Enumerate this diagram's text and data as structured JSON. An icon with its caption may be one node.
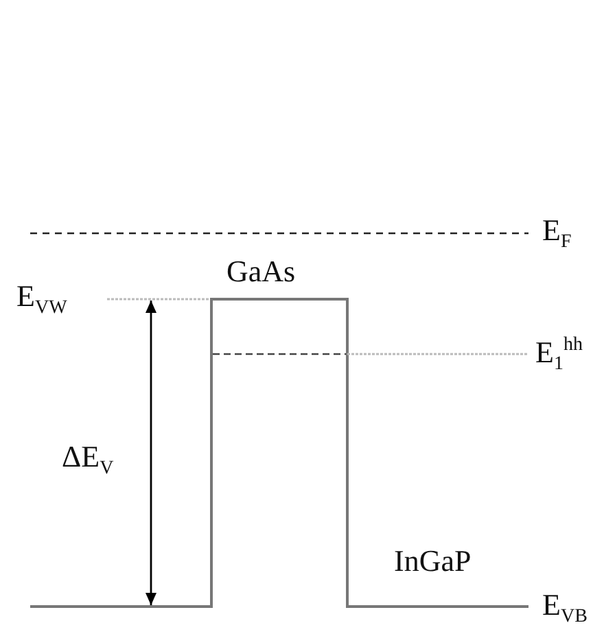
{
  "diagram": {
    "labels": [
      "E$_{F}$",
      "GaAs",
      "E$_{VW}$",
      "E$_{1}$$^{hh}$",
      "ΔE$_{V}$",
      "InGaP",
      "E$_{VB}$"
    ]
  }
}
